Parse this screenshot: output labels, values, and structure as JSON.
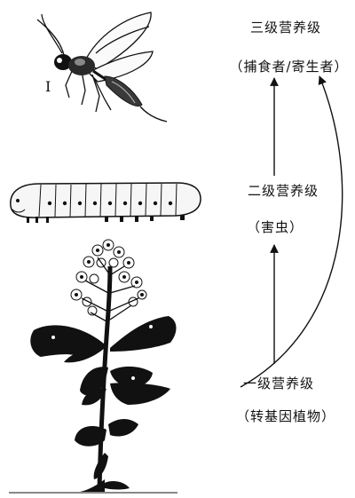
{
  "levels": {
    "tertiary": {
      "title": "三级营养级",
      "subtitle": "（捕食者/寄生者）"
    },
    "secondary": {
      "title": "二级营养级",
      "subtitle": "（害虫）"
    },
    "primary": {
      "title": "一级营养级",
      "subtitle": "（转基因植物）"
    }
  },
  "figure_marker": "I",
  "icons": {
    "wasp": "parasitoid-wasp-illustration",
    "caterpillar": "caterpillar-illustration",
    "plant": "flowering-plant-illustration"
  },
  "colors": {
    "ink": "#111111",
    "background": "#ffffff"
  }
}
